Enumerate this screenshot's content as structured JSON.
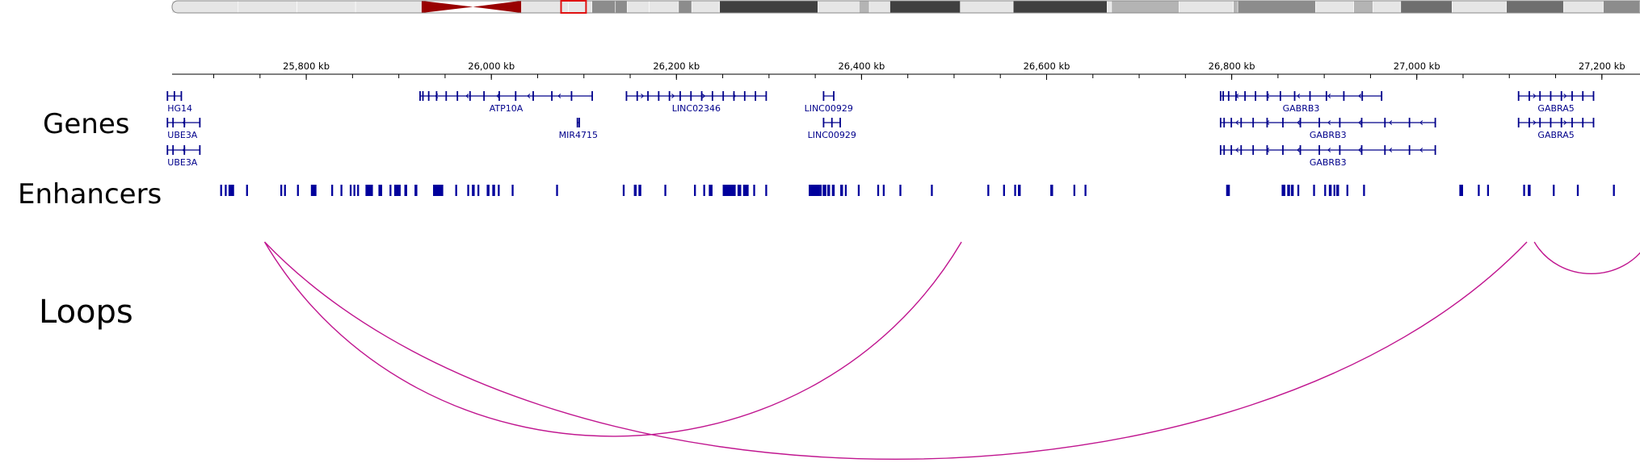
{
  "track_labels": {
    "genes": "Genes",
    "enhancers": "Enhancers",
    "loops": "Loops"
  },
  "colors": {
    "gene": "#00008b",
    "enhancer": "#00009c",
    "loop": "#c0158f",
    "centromere": "#990000",
    "highlight": "#e01010"
  },
  "ruler": {
    "ticks": [
      {
        "label": "25,800 kb",
        "kb": 25800
      },
      {
        "label": "26,000 kb",
        "kb": 26000
      },
      {
        "label": "26,200 kb",
        "kb": 26200
      },
      {
        "label": "26,400 kb",
        "kb": 26400
      },
      {
        "label": "26,600 kb",
        "kb": 26600
      },
      {
        "label": "26,800 kb",
        "kb": 26800
      },
      {
        "label": "27,000 kb",
        "kb": 27000
      },
      {
        "label": "27,200 kb",
        "kb": 27200
      }
    ]
  },
  "genes": [
    {
      "name": "HG14",
      "start": 25650,
      "end": 25665,
      "row": 0,
      "strand": "+"
    },
    {
      "name": "UBE3A",
      "start": 25650,
      "end": 25685,
      "row": 1,
      "strand": "-"
    },
    {
      "name": "UBE3A",
      "start": 25650,
      "end": 25685,
      "row": 2,
      "strand": "-"
    },
    {
      "name": "ATP10A",
      "start": 25923,
      "end": 26109,
      "row": 0,
      "strand": "-"
    },
    {
      "name": "MIR4715",
      "start": 26093,
      "end": 26095,
      "row": 1,
      "strand": "-"
    },
    {
      "name": "LINC02346",
      "start": 26146,
      "end": 26297,
      "row": 0,
      "strand": "+"
    },
    {
      "name": "LINC00929",
      "start": 26359,
      "end": 26370,
      "row": 0,
      "strand": "+"
    },
    {
      "name": "LINC00929",
      "start": 26359,
      "end": 26377,
      "row": 1,
      "strand": "+"
    },
    {
      "name": "GABRB3",
      "start": 26788,
      "end": 26962,
      "row": 0,
      "strand": "-"
    },
    {
      "name": "GABRB3",
      "start": 26788,
      "end": 27020,
      "row": 1,
      "strand": "-"
    },
    {
      "name": "GABRB3",
      "start": 26788,
      "end": 27020,
      "row": 2,
      "strand": "-"
    },
    {
      "name": "GABRA5",
      "start": 27110,
      "end": 27191,
      "row": 0,
      "strand": "+"
    },
    {
      "name": "GABRA5",
      "start": 27110,
      "end": 27191,
      "row": 1,
      "strand": "+"
    }
  ],
  "enhancers": [
    [
      25707,
      25709
    ],
    [
      25712,
      25714
    ],
    [
      25716,
      25722
    ],
    [
      25735,
      25737
    ],
    [
      25772,
      25774
    ],
    [
      25776,
      25778
    ],
    [
      25790,
      25792
    ],
    [
      25805,
      25811
    ],
    [
      25827,
      25829
    ],
    [
      25837,
      25839
    ],
    [
      25847,
      25849
    ],
    [
      25851,
      25853
    ],
    [
      25855,
      25857
    ],
    [
      25864,
      25872
    ],
    [
      25878,
      25882
    ],
    [
      25890,
      25892
    ],
    [
      25895,
      25902
    ],
    [
      25906,
      25909
    ],
    [
      25917,
      25920
    ],
    [
      25937,
      25948
    ],
    [
      25961,
      25963
    ],
    [
      25974,
      25976
    ],
    [
      25979,
      25982
    ],
    [
      25985,
      25987
    ],
    [
      25995,
      25998
    ],
    [
      26001,
      26004
    ],
    [
      26007,
      26009
    ],
    [
      26022,
      26024
    ],
    [
      26070,
      26072
    ],
    [
      26142,
      26144
    ],
    [
      26154,
      26157
    ],
    [
      26159,
      26162
    ],
    [
      26187,
      26189
    ],
    [
      26219,
      26221
    ],
    [
      26229,
      26231
    ],
    [
      26235,
      26239
    ],
    [
      26250,
      26264
    ],
    [
      26266,
      26270
    ],
    [
      26272,
      26278
    ],
    [
      26283,
      26285
    ],
    [
      26296,
      26298
    ],
    [
      26343,
      26357
    ],
    [
      26358,
      26362
    ],
    [
      26363,
      26366
    ],
    [
      26368,
      26371
    ],
    [
      26377,
      26380
    ],
    [
      26382,
      26384
    ],
    [
      26396,
      26398
    ],
    [
      26417,
      26419
    ],
    [
      26423,
      26425
    ],
    [
      26441,
      26443
    ],
    [
      26475,
      26477
    ],
    [
      26536,
      26538
    ],
    [
      26553,
      26555
    ],
    [
      26565,
      26567
    ],
    [
      26569,
      26572
    ],
    [
      26604,
      26607
    ],
    [
      26629,
      26631
    ],
    [
      26641,
      26643
    ],
    [
      26794,
      26798
    ],
    [
      26854,
      26858
    ],
    [
      26860,
      26863
    ],
    [
      26864,
      26867
    ],
    [
      26871,
      26873
    ],
    [
      26888,
      26890
    ],
    [
      26900,
      26902
    ],
    [
      26905,
      26908
    ],
    [
      26910,
      26912
    ],
    [
      26913,
      26916
    ],
    [
      26924,
      26926
    ],
    [
      26942,
      26944
    ],
    [
      27046,
      27050
    ],
    [
      27066,
      27068
    ],
    [
      27076,
      27078
    ],
    [
      27115,
      27117
    ],
    [
      27120,
      27123
    ],
    [
      27147,
      27149
    ],
    [
      27173,
      27175
    ],
    [
      27212,
      27214
    ]
  ],
  "loops": [
    {
      "start": 25755,
      "end": 26508
    },
    {
      "start": 25755,
      "end": 27119
    },
    {
      "start": 27127,
      "end": 27250
    }
  ],
  "ideogram_bands": [
    {
      "start": 0.0,
      "end": 0.045,
      "stain": "gneg"
    },
    {
      "start": 0.045,
      "end": 0.085,
      "stain": "gneg"
    },
    {
      "start": 0.085,
      "end": 0.125,
      "stain": "gneg"
    },
    {
      "start": 0.125,
      "end": 0.17,
      "stain": "gneg"
    },
    {
      "start": 0.17,
      "end": 0.205,
      "stain": "acen_p"
    },
    {
      "start": 0.205,
      "end": 0.238,
      "stain": "acen_q"
    },
    {
      "start": 0.238,
      "end": 0.27,
      "stain": "gneg"
    },
    {
      "start": 0.27,
      "end": 0.286,
      "stain": "gneg"
    },
    {
      "start": 0.286,
      "end": 0.302,
      "stain": "gpos50"
    },
    {
      "start": 0.302,
      "end": 0.31,
      "stain": "gpos50"
    },
    {
      "start": 0.31,
      "end": 0.325,
      "stain": "gneg"
    },
    {
      "start": 0.325,
      "end": 0.345,
      "stain": "gneg"
    },
    {
      "start": 0.345,
      "end": 0.354,
      "stain": "gpos50"
    },
    {
      "start": 0.354,
      "end": 0.373,
      "stain": "gneg"
    },
    {
      "start": 0.373,
      "end": 0.44,
      "stain": "gpos100"
    },
    {
      "start": 0.44,
      "end": 0.468,
      "stain": "gneg"
    },
    {
      "start": 0.468,
      "end": 0.475,
      "stain": "gpos25"
    },
    {
      "start": 0.475,
      "end": 0.489,
      "stain": "gneg"
    },
    {
      "start": 0.489,
      "end": 0.537,
      "stain": "gpos100"
    },
    {
      "start": 0.537,
      "end": 0.573,
      "stain": "gneg"
    },
    {
      "start": 0.573,
      "end": 0.637,
      "stain": "gpos100"
    },
    {
      "start": 0.637,
      "end": 0.64,
      "stain": "gneg"
    },
    {
      "start": 0.64,
      "end": 0.686,
      "stain": "gpos25"
    },
    {
      "start": 0.686,
      "end": 0.723,
      "stain": "gneg"
    },
    {
      "start": 0.723,
      "end": 0.726,
      "stain": "gpos25"
    },
    {
      "start": 0.726,
      "end": 0.779,
      "stain": "gpos50"
    },
    {
      "start": 0.779,
      "end": 0.805,
      "stain": "gneg"
    },
    {
      "start": 0.805,
      "end": 0.818,
      "stain": "gpos25"
    },
    {
      "start": 0.818,
      "end": 0.837,
      "stain": "gneg"
    },
    {
      "start": 0.837,
      "end": 0.872,
      "stain": "gpos75"
    },
    {
      "start": 0.872,
      "end": 0.909,
      "stain": "gneg"
    },
    {
      "start": 0.909,
      "end": 0.948,
      "stain": "gpos75"
    },
    {
      "start": 0.948,
      "end": 0.975,
      "stain": "gneg"
    },
    {
      "start": 0.975,
      "end": 1.0,
      "stain": "gpos50"
    }
  ],
  "ideogram_highlight": {
    "start": 0.265,
    "end": 0.282
  }
}
